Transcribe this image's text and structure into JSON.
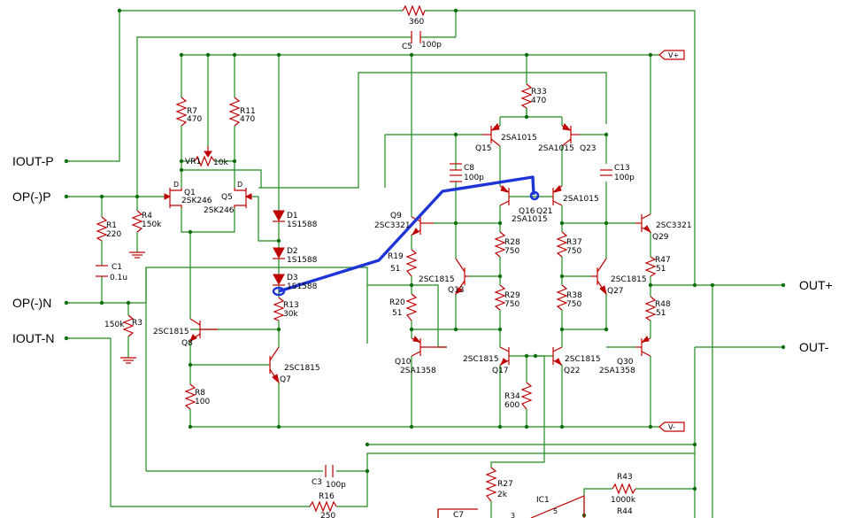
{
  "ports": {
    "iout_p": "IOUT-P",
    "op_p": "OP(-)P",
    "op_n": "OP(-)N",
    "iout_n": "IOUT-N",
    "out_plus": "OUT+",
    "out_minus": "OUT-"
  },
  "rails": {
    "vplus": "V+",
    "vminus": "V-"
  },
  "resistors": {
    "r360": "360",
    "r7": "R7",
    "r7v": "470",
    "r11": "R11",
    "r11v": "470",
    "vr1": "VR1",
    "vr1v": "10k",
    "r1": "R1",
    "r1v": "220",
    "r4": "R4",
    "r4v": "150k",
    "r3": "R3",
    "r3v": "150k",
    "r8": "R8",
    "r8v": "100",
    "r13": "R13",
    "r13v": "30k",
    "r33": "R33",
    "r33v": "470",
    "r19": "R19",
    "r19v": "51",
    "r20": "R20",
    "r20v": "51",
    "r28": "R28",
    "r28v": "750",
    "r29": "R29",
    "r29v": "750",
    "r37": "R37",
    "r37v": "750",
    "r38": "R38",
    "r38v": "750",
    "r34": "R34",
    "r34v": "600",
    "r47": "R47",
    "r47v": "51",
    "r48": "R48",
    "r48v": "51",
    "r27": "R27",
    "r27v": "2k",
    "r16": "R16",
    "r16v": "250",
    "r43": "R43",
    "r43v": "1000k",
    "r44": "R44"
  },
  "capacitors": {
    "c5": "C5",
    "c5v": "100p",
    "c1": "C1",
    "c1v": "0.1u",
    "c8": "C8",
    "c8v": "100p",
    "c13": "C13",
    "c13v": "100p",
    "c3": "C3",
    "c3v": "100p",
    "c7": "C7"
  },
  "diodes": {
    "d1": "D1",
    "d1v": "1S1588",
    "d2": "D2",
    "d2v": "1S1588",
    "d3": "D3",
    "d3v": "1S1588"
  },
  "transistors": {
    "q1": "Q1",
    "q1v": "2SK246",
    "q5": "Q5",
    "q5v": "2SK246",
    "q8": "Q8",
    "q8v": "2SC1815",
    "q7": "Q7",
    "q7v": "2SC1815",
    "q15": "Q15",
    "q15v": "2SA1015",
    "q23": "Q23",
    "q23v": "2SA1015",
    "q16": "Q16",
    "q21": "Q21",
    "q16v": "2SA1015",
    "q21v": "2SA1015",
    "q9": "Q9",
    "q9v": "2SC3321",
    "q13": "Q13",
    "q13v": "2SC1815",
    "q10": "Q10",
    "q10v": "2SA1358",
    "q17": "Q17",
    "q17v": "2SC1815",
    "q22": "Q22",
    "q22v": "2SC1815",
    "q27": "Q27",
    "q27v": "2SC1815",
    "q29": "Q29",
    "q29v": "2SC3321",
    "q30": "Q30",
    "q30v": "2SA1358"
  },
  "ics": {
    "ic1": "IC1",
    "pin5": "5",
    "pin3": "3"
  },
  "fet_pin_labels": {
    "d": "D"
  },
  "probe_color": "#1d34d6"
}
